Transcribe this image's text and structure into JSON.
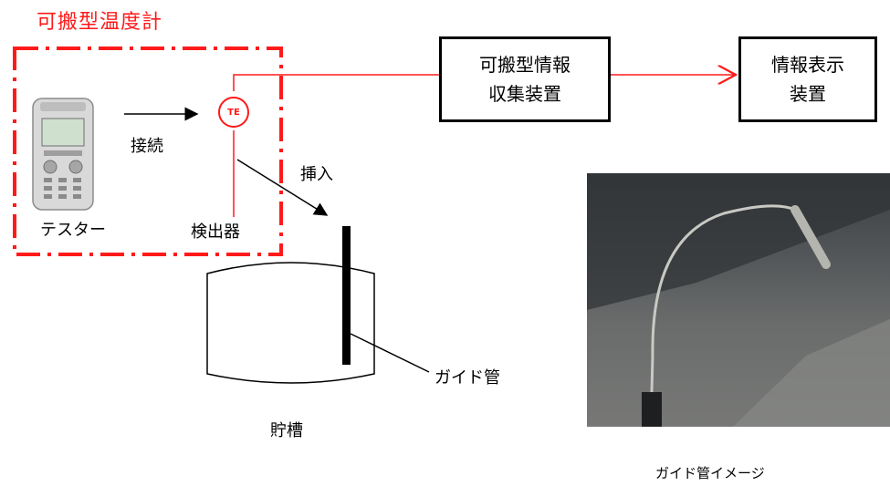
{
  "title": "可搬型温度計",
  "labels": {
    "connect": "接続",
    "insert": "挿入",
    "tester": "テスター",
    "detector": "検出器",
    "tank": "貯槽",
    "guide_tube": "ガイド管"
  },
  "te_label": "TE",
  "boxes": {
    "collector": [
      "可搬型情報",
      "収集装置"
    ],
    "display": [
      "情報表示",
      "装置"
    ]
  },
  "photo_caption": "ガイド管イメージ",
  "colors": {
    "accent_red": "#ff1a1a",
    "line_black": "#000000"
  }
}
